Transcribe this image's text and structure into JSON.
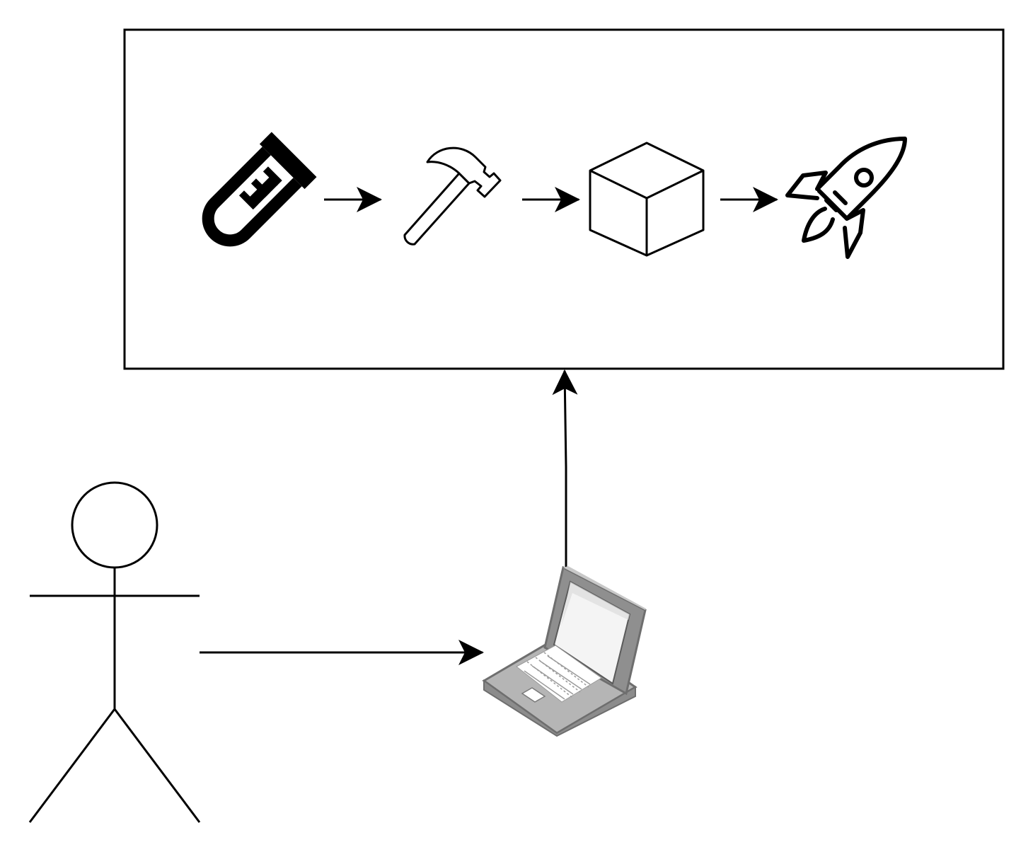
{
  "diagram": {
    "background": "#ffffff",
    "stroke_color": "#000000",
    "nodes": [
      {
        "id": "user",
        "kind": "actor",
        "icon": "stick-figure-icon"
      },
      {
        "id": "laptop",
        "kind": "device",
        "icon": "laptop-icon"
      },
      {
        "id": "pipeline",
        "kind": "container",
        "icon": "none"
      },
      {
        "id": "test",
        "kind": "stage",
        "icon": "test-tube-icon"
      },
      {
        "id": "build",
        "kind": "stage",
        "icon": "hammer-icon"
      },
      {
        "id": "package",
        "kind": "stage",
        "icon": "cube-icon"
      },
      {
        "id": "deploy",
        "kind": "stage",
        "icon": "rocket-icon"
      }
    ],
    "edges": [
      {
        "from": "user",
        "to": "laptop"
      },
      {
        "from": "laptop",
        "to": "pipeline"
      },
      {
        "from": "test",
        "to": "build"
      },
      {
        "from": "build",
        "to": "package"
      },
      {
        "from": "package",
        "to": "deploy"
      }
    ],
    "laptop_colors": {
      "body": "#9a9a9a",
      "dark": "#6e6e6e",
      "light": "#c8c8c8",
      "screen": "#f4f4f4"
    }
  }
}
